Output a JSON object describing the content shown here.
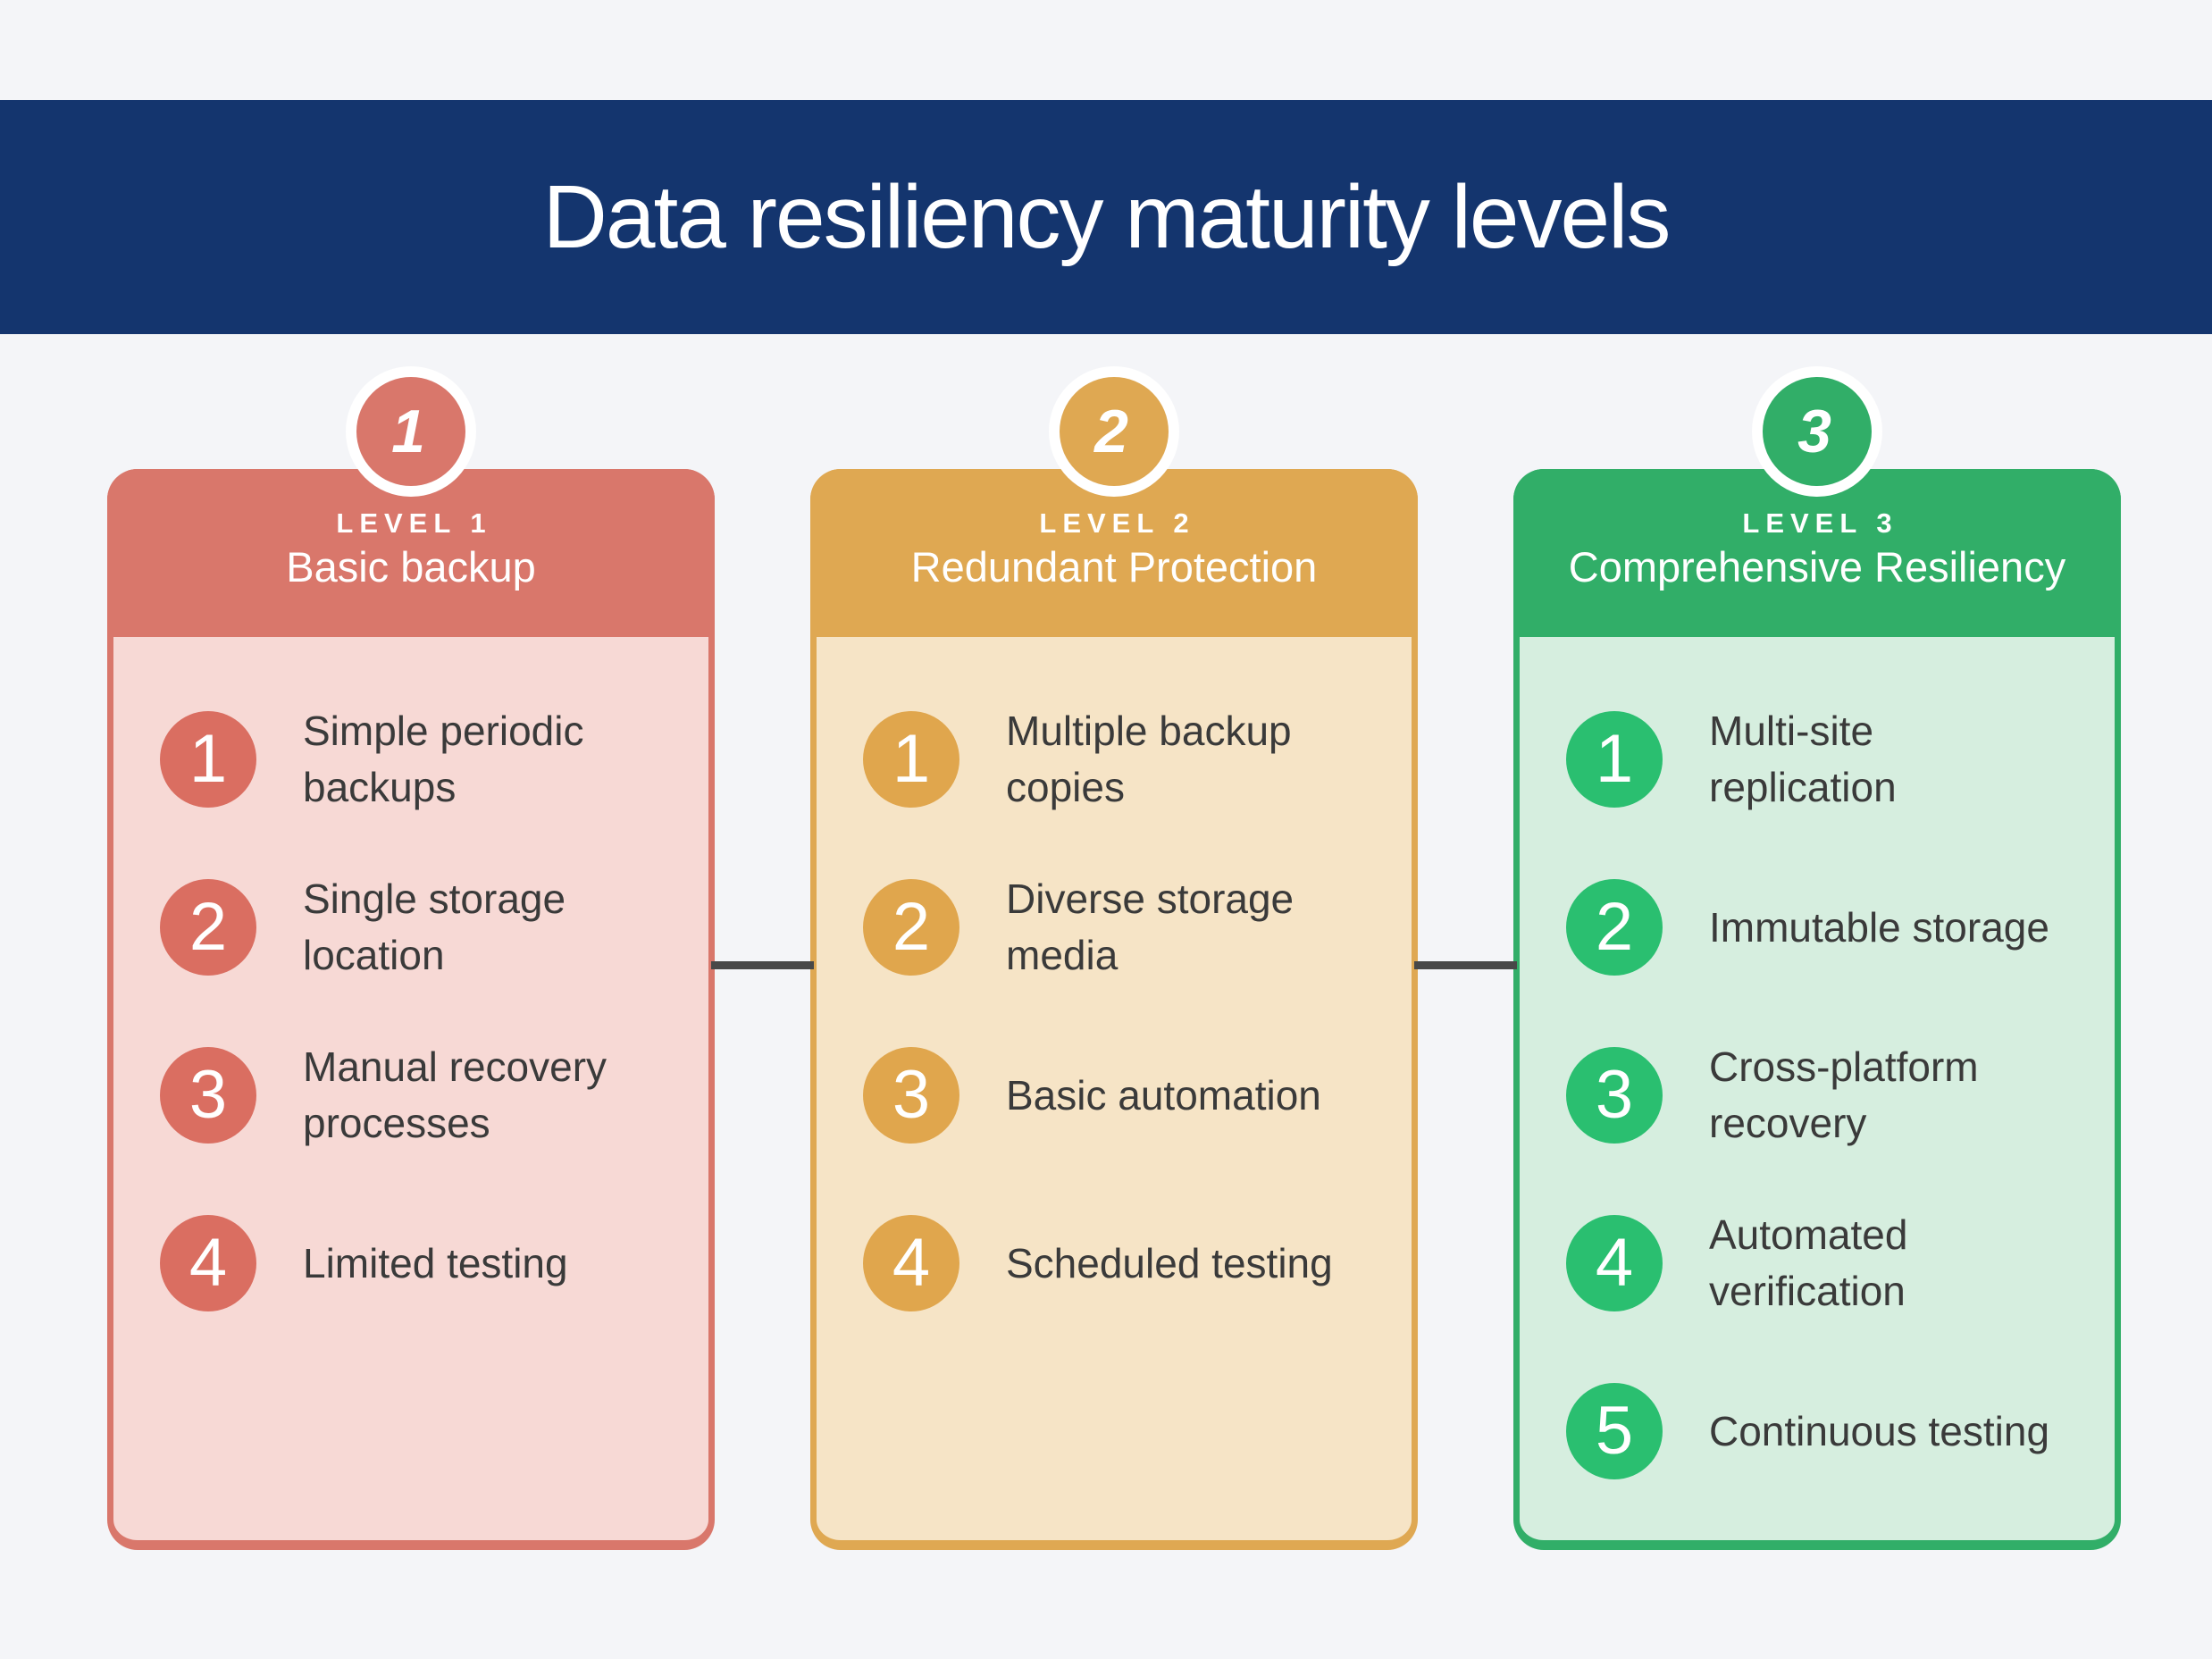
{
  "page": {
    "background": "#f4f5f8"
  },
  "banner": {
    "title": "Data resiliency maturity levels",
    "background": "#14356e",
    "text_color": "#ffffff"
  },
  "connector": {
    "color": "#484848"
  },
  "cards": [
    {
      "badge": "1",
      "level_label": "LEVEL 1",
      "title": "Basic backup",
      "colors": {
        "main": "#d9776b",
        "bullet": "#da6e61",
        "body": "#f7d9d5"
      },
      "items": [
        {
          "num": "1",
          "text": "Simple periodic\nbackups"
        },
        {
          "num": "2",
          "text": "Single storage\nlocation"
        },
        {
          "num": "3",
          "text": "Manual recovery\nprocesses"
        },
        {
          "num": "4",
          "text": "Limited testing"
        }
      ]
    },
    {
      "badge": "2",
      "level_label": "LEVEL 2",
      "title": "Redundant Protection",
      "colors": {
        "main": "#dfa852",
        "bullet": "#e0a64d",
        "body": "#f6e4c6"
      },
      "items": [
        {
          "num": "1",
          "text": "Multiple backup\ncopies"
        },
        {
          "num": "2",
          "text": "Diverse storage\nmedia"
        },
        {
          "num": "3",
          "text": "Basic automation"
        },
        {
          "num": "4",
          "text": "Scheduled testing"
        }
      ]
    },
    {
      "badge": "3",
      "level_label": "LEVEL 3",
      "title": "Comprehensive Resiliency",
      "colors": {
        "main": "#31ae68",
        "bullet": "#2abf70",
        "body": "#d6eedf"
      },
      "items": [
        {
          "num": "1",
          "text": "Multi-site\nreplication"
        },
        {
          "num": "2",
          "text": "Immutable storage"
        },
        {
          "num": "3",
          "text": "Cross-platform\nrecovery"
        },
        {
          "num": "4",
          "text": "Automated\nverification"
        },
        {
          "num": "5",
          "text": "Continuous testing"
        }
      ]
    }
  ]
}
